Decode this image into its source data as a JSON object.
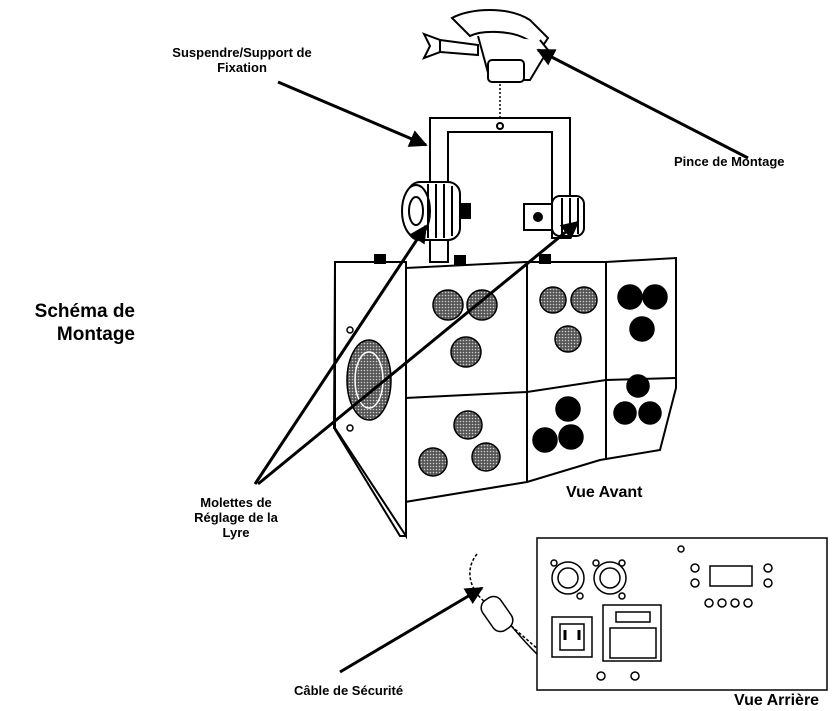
{
  "labels": {
    "hanging_bracket": [
      "Suspendre/Support de",
      "Fixation"
    ],
    "mounting_clamp": "Pince de Montage",
    "mounting_diagram": [
      "Schéma de",
      "Montage"
    ],
    "yoke_knobs": [
      "Molettes de",
      "Réglage de la",
      "Lyre"
    ],
    "front_view": "Vue Avant",
    "safety_cable": "Câble de Sécurité",
    "rear_view": "Vue Arrière"
  }
}
